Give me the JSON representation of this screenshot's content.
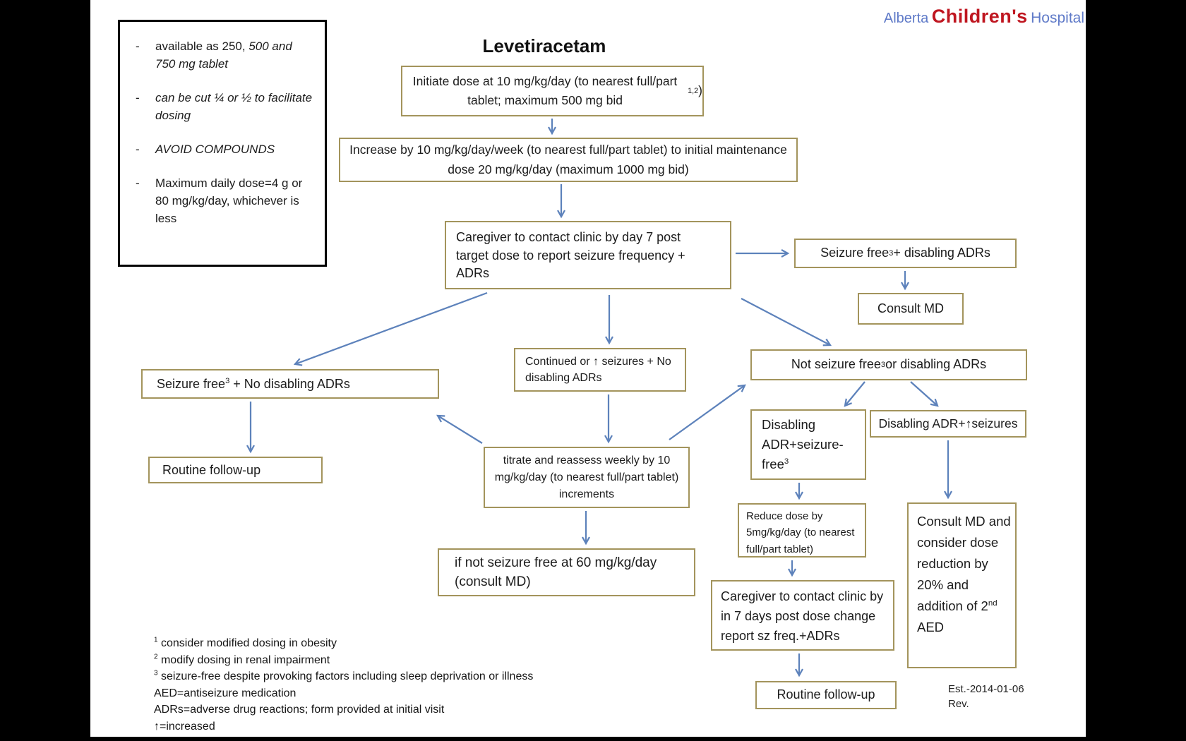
{
  "page": {
    "background": "#000000",
    "slide_background": "#ffffff"
  },
  "logo": {
    "alberta": "Alberta",
    "childrens": "Children's",
    "hospital": "Hospital"
  },
  "title": "Levetiracetam",
  "info_box": {
    "items": [
      "available as 250, <i>500 and 750 mg tablet</i>",
      "<i>can be cut ¼ or ½  to facilitate dosing</i>",
      "<i>AVOID COMPOUNDS</i>",
      "Maximum daily dose=4 g or 80 mg/kg/day, whichever is less"
    ]
  },
  "flowchart": {
    "initiate": "Initiate dose at 10 mg/kg/day (to nearest full/part tablet; maximum 500 mg bid<sup>1,2</sup>)",
    "increase": "Increase by 10 mg/kg/day/week  (to nearest full/part tablet) to initial maintenance dose 20 mg/kg/day (maximum 1000 mg bid)",
    "caregiver_day7": "Caregiver to contact clinic by day 7 post target dose to report seizure frequency + ADRs",
    "seizure_free_disabling_adrs": "Seizure free<sup>3</sup> + disabling ADRs",
    "consult_md": "Consult MD",
    "seizure_free_no_disabling_adrs": "Seizure free<sup>3</sup> + No disabling ADRs",
    "continued_seizures": "Continued or ↑ seizures + No disabling ADRs",
    "not_seizure_free": "Not seizure free<sup>3</sup> or disabling ADRs",
    "titrate": "titrate and reassess weekly by 10 mg/kg/day (to nearest full/part tablet) increments",
    "if_not_seizure_free": "if not seizure free at 60 mg/kg/day (consult MD)",
    "routine_follow_up_left": "Routine follow-up",
    "disabling_adr_seizure_free": "Disabling ADR+seizure-free<sup>3</sup>",
    "disabling_adr_seizures": "Disabling ADR+↑seizures",
    "reduce_dose": "Reduce dose by 5mg/kg/day (to nearest full/part tablet)",
    "caregiver_7days": "Caregiver to contact clinic by in 7 days post dose change report sz freq.+ADRs",
    "routine_follow_up_right": "Routine follow-up",
    "consult_md_reduce": "Consult MD and consider dose reduction by 20% and addition of 2<sup>nd</sup> AED"
  },
  "footnotes": [
    "<sup>1</sup> consider modified dosing in obesity",
    "<sup>2</sup> modify dosing in renal impairment",
    "<sup>3</sup> seizure-free despite provoking factors including sleep deprivation or illness",
    "AED=antiseizure medication",
    "ADRs=adverse drug reactions; form provided at initial visit",
    "↑=increased"
  ],
  "footer": {
    "est": "Est.-2014-01-06",
    "rev": "Rev."
  },
  "colors": {
    "box_border": "#a3945c",
    "arrow": "#5d82bb",
    "logo_blue": "#5f7ac8",
    "logo_red": "#bf1620"
  }
}
